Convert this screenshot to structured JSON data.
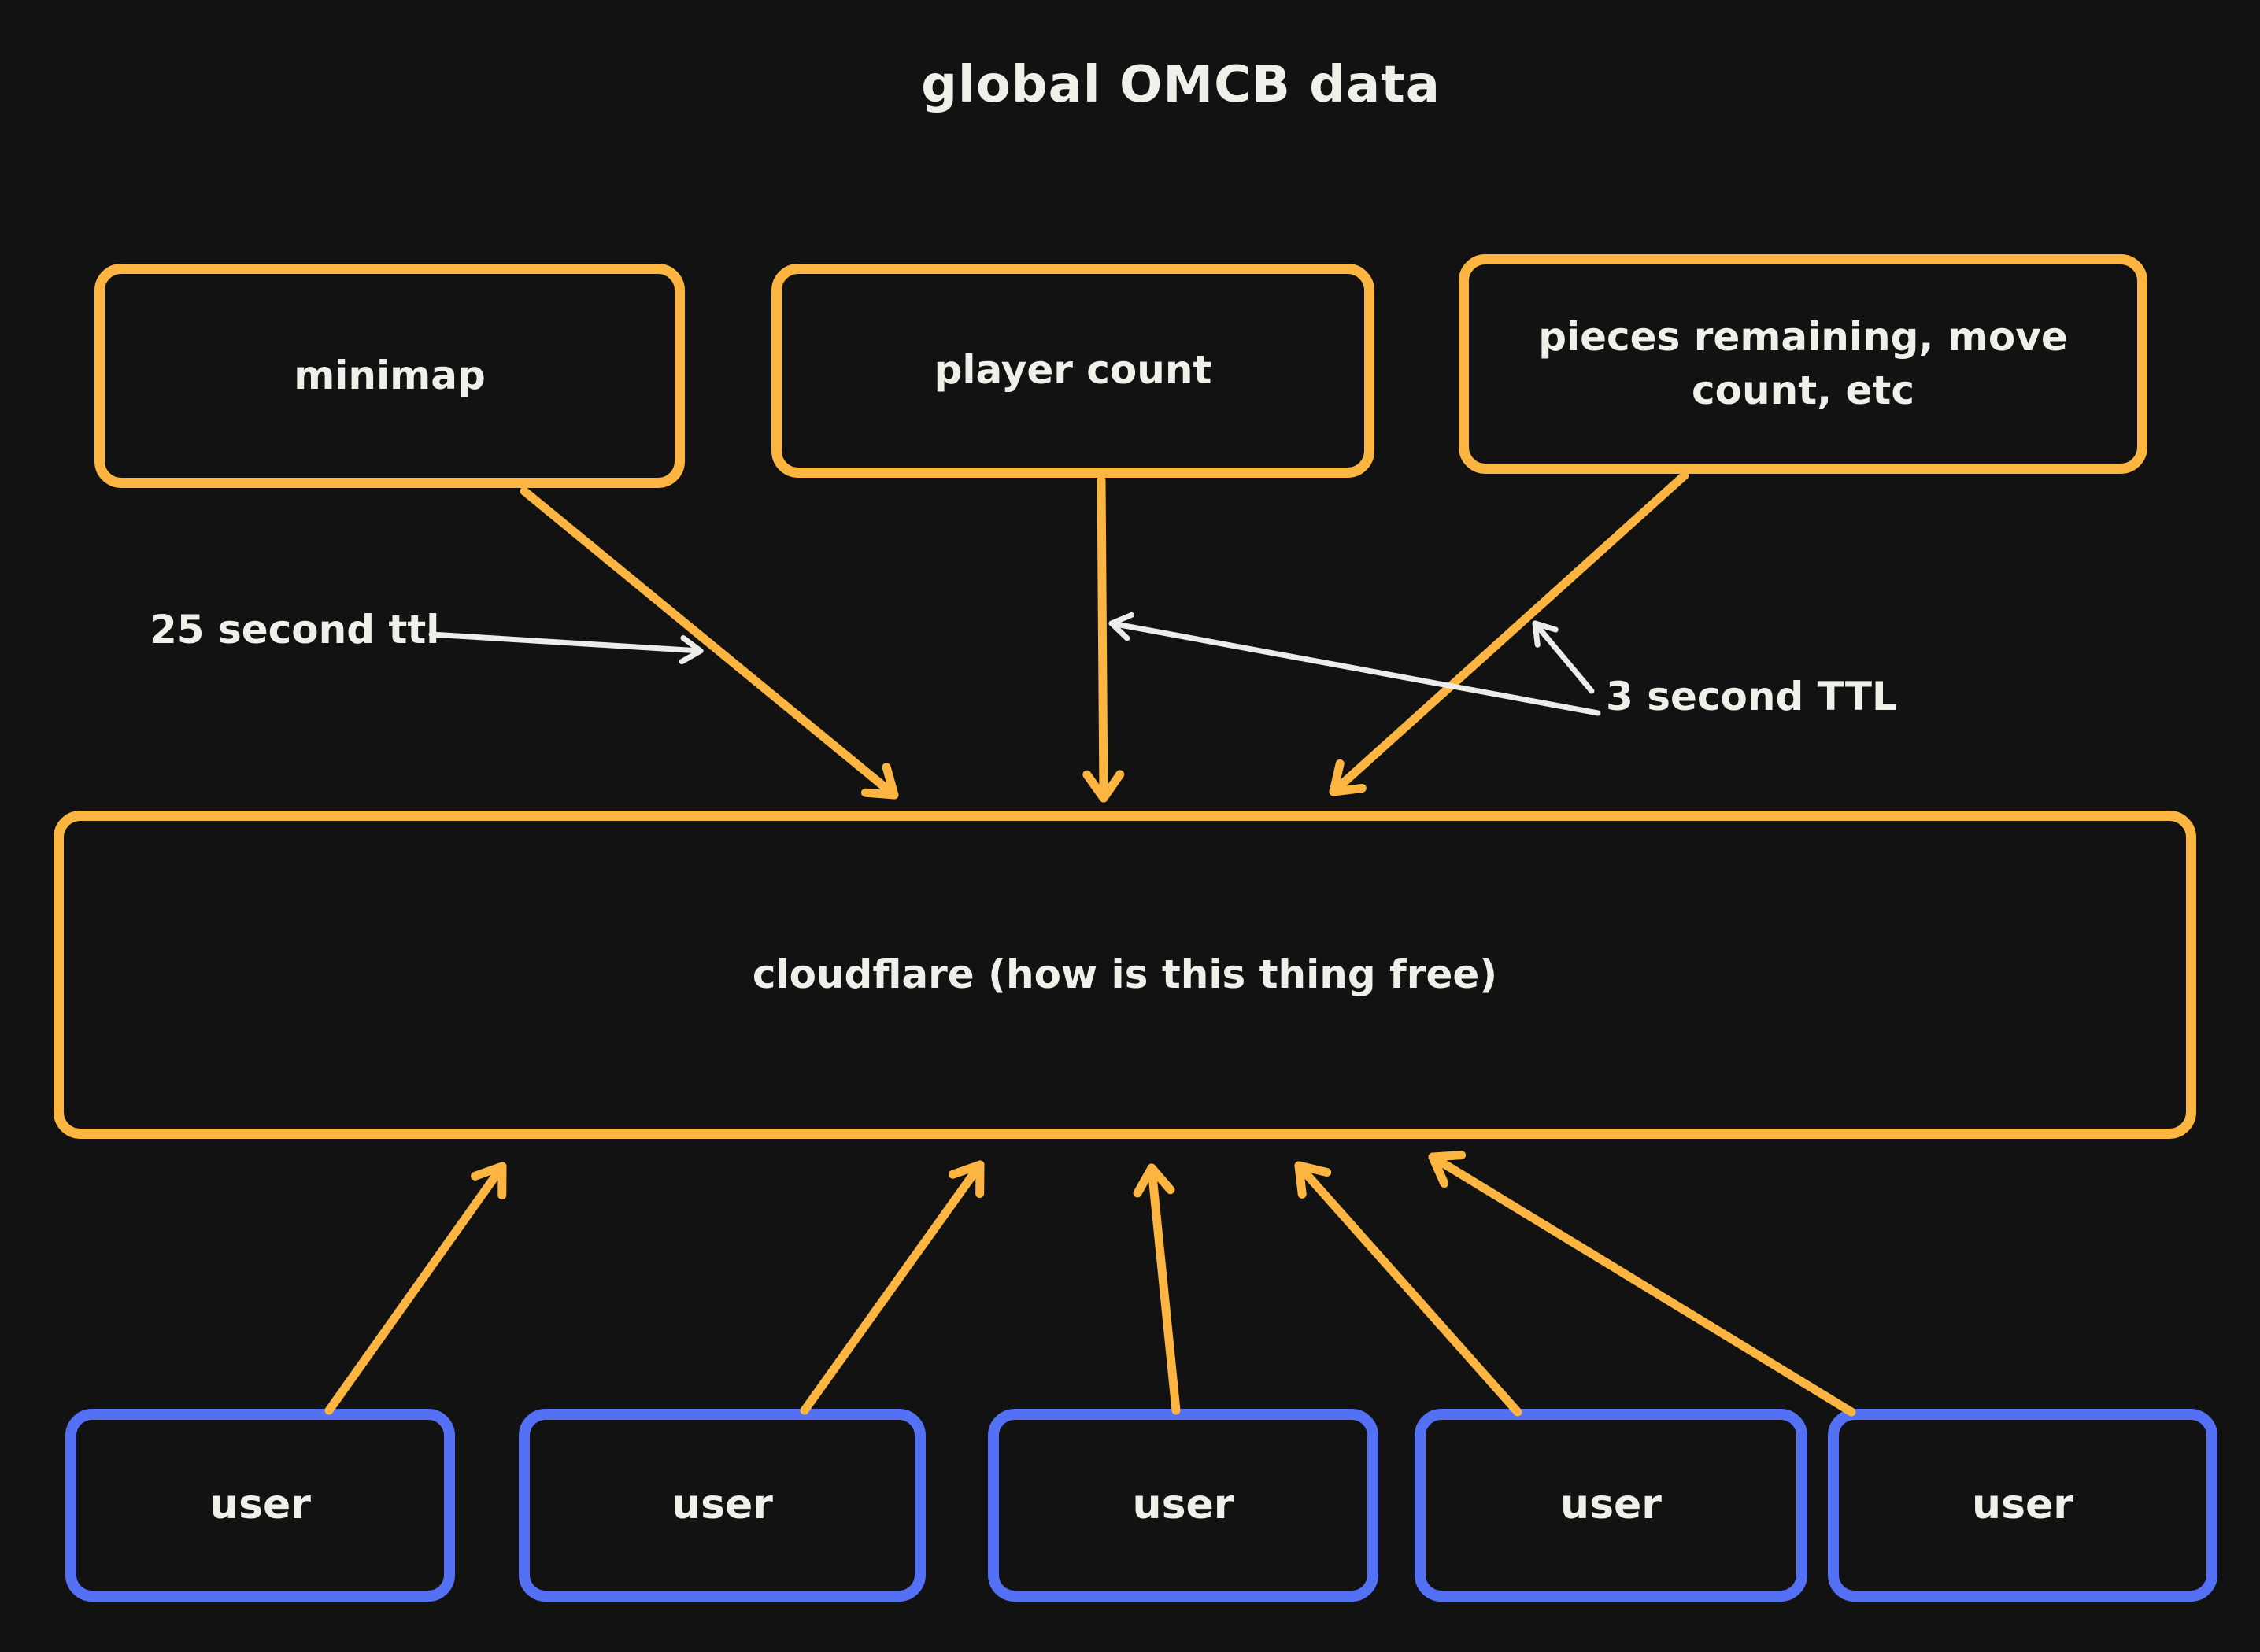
{
  "title": "global OMCB data",
  "diagram": {
    "top_nodes": [
      {
        "label": "minimap"
      },
      {
        "label": "player count"
      },
      {
        "label": "pieces remaining, move count, etc"
      }
    ],
    "center_node": {
      "label": "cloudflare (how is this thing free)"
    },
    "user_nodes": [
      {
        "label": "user"
      },
      {
        "label": "user"
      },
      {
        "label": "user"
      },
      {
        "label": "user"
      },
      {
        "label": "user"
      }
    ],
    "annotations": [
      {
        "label": "25 second ttl",
        "points_to": "minimap arrow"
      },
      {
        "label": "3 second TTL",
        "points_to": "player count and pieces arrows"
      }
    ],
    "colors": {
      "background": "#121212",
      "accent_orange": "#fbb540",
      "accent_blue": "#5471f5",
      "text": "#f1efe9",
      "annotation_arrow": "#ececea"
    }
  }
}
